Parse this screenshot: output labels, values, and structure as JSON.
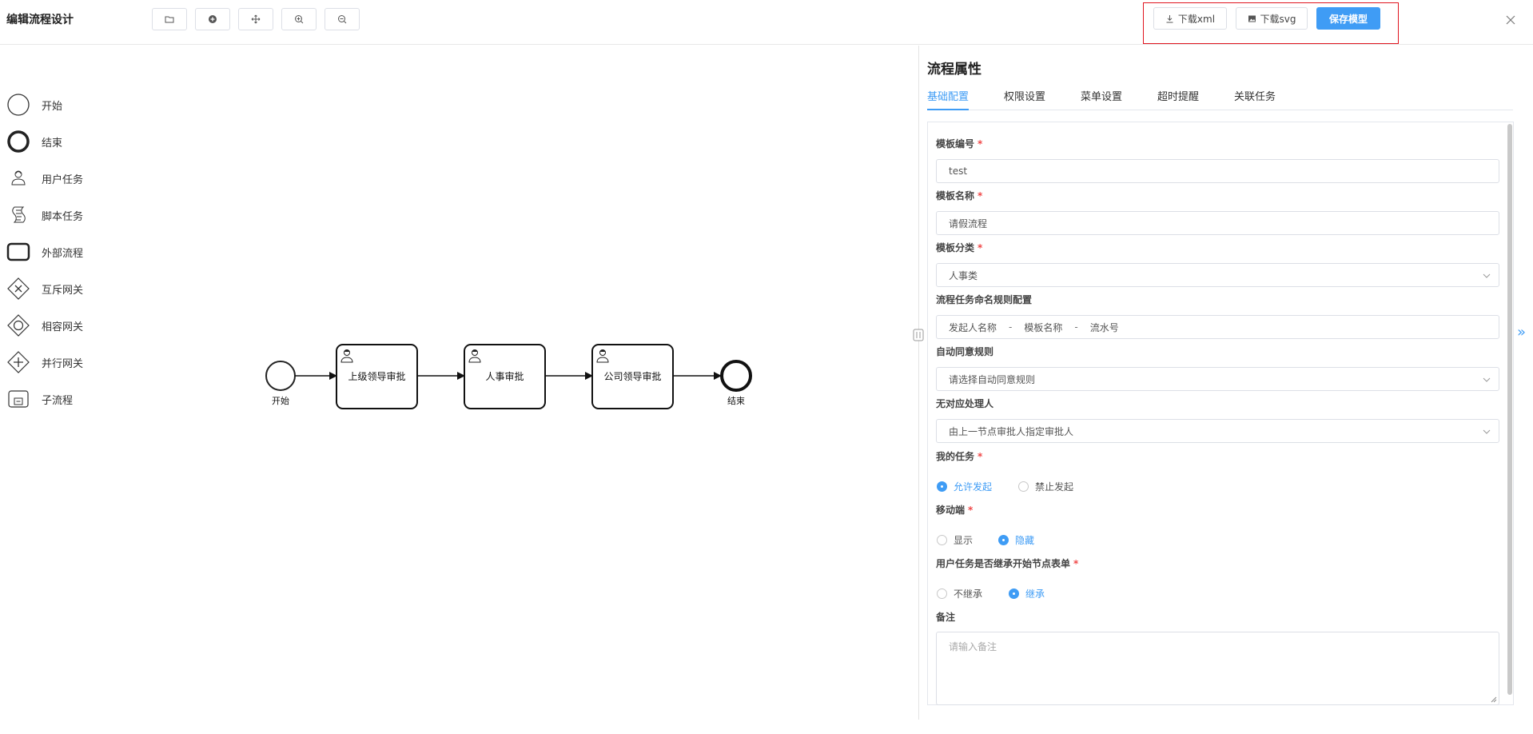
{
  "header": {
    "title": "编辑流程设计",
    "download_xml": "下载xml",
    "download_svg": "下载svg",
    "save_model": "保存模型"
  },
  "toolbar": {
    "tools": [
      {
        "name": "open-file-icon"
      },
      {
        "name": "add-circle-icon"
      },
      {
        "name": "move-icon"
      },
      {
        "name": "zoom-in-icon"
      },
      {
        "name": "zoom-out-icon"
      }
    ]
  },
  "palette": {
    "items": [
      {
        "label": "开始",
        "icon": "start-event-icon"
      },
      {
        "label": "结束",
        "icon": "end-event-icon"
      },
      {
        "label": "用户任务",
        "icon": "user-task-icon"
      },
      {
        "label": "脚本任务",
        "icon": "script-task-icon"
      },
      {
        "label": "外部流程",
        "icon": "call-activity-icon"
      },
      {
        "label": "互斥网关",
        "icon": "exclusive-gateway-icon"
      },
      {
        "label": "相容网关",
        "icon": "inclusive-gateway-icon"
      },
      {
        "label": "并行网关",
        "icon": "parallel-gateway-icon"
      },
      {
        "label": "子流程",
        "icon": "subprocess-icon"
      }
    ]
  },
  "diagram": {
    "start_label": "开始",
    "end_label": "结束",
    "tasks": [
      "上级领导审批",
      "人事审批",
      "公司领导审批"
    ]
  },
  "panel": {
    "title": "流程属性",
    "tabs": [
      "基础配置",
      "权限设置",
      "菜单设置",
      "超时提醒",
      "关联任务"
    ],
    "active_tab": "基础配置",
    "form": {
      "template_code_label": "模板编号",
      "template_code_value": "test",
      "template_name_label": "模板名称",
      "template_name_value": "请假流程",
      "template_category_label": "模板分类",
      "template_category_value": "人事类",
      "naming_rule_label": "流程任务命名规则配置",
      "naming_rule_parts": [
        "发起人名称",
        "模板名称",
        "流水号"
      ],
      "naming_rule_sep": "-",
      "auto_agree_label": "自动同意规则",
      "auto_agree_placeholder": "请选择自动同意规则",
      "no_handler_label": "无对应处理人",
      "no_handler_value": "由上一节点审批人指定审批人",
      "my_task_label": "我的任务",
      "my_task_options": [
        "允许发起",
        "禁止发起"
      ],
      "my_task_selected": "允许发起",
      "mobile_label": "移动端",
      "mobile_options": [
        "显示",
        "隐藏"
      ],
      "mobile_selected": "隐藏",
      "inherit_form_label": "用户任务是否继承开始节点表单",
      "inherit_form_options": [
        "不继承",
        "继承"
      ],
      "inherit_form_selected": "继承",
      "remark_label": "备注",
      "remark_placeholder": "请输入备注",
      "required_mark": "*"
    }
  },
  "colors": {
    "primary": "#3f9cf5",
    "required": "#f04848",
    "highlight_frame": "#e0141e"
  }
}
